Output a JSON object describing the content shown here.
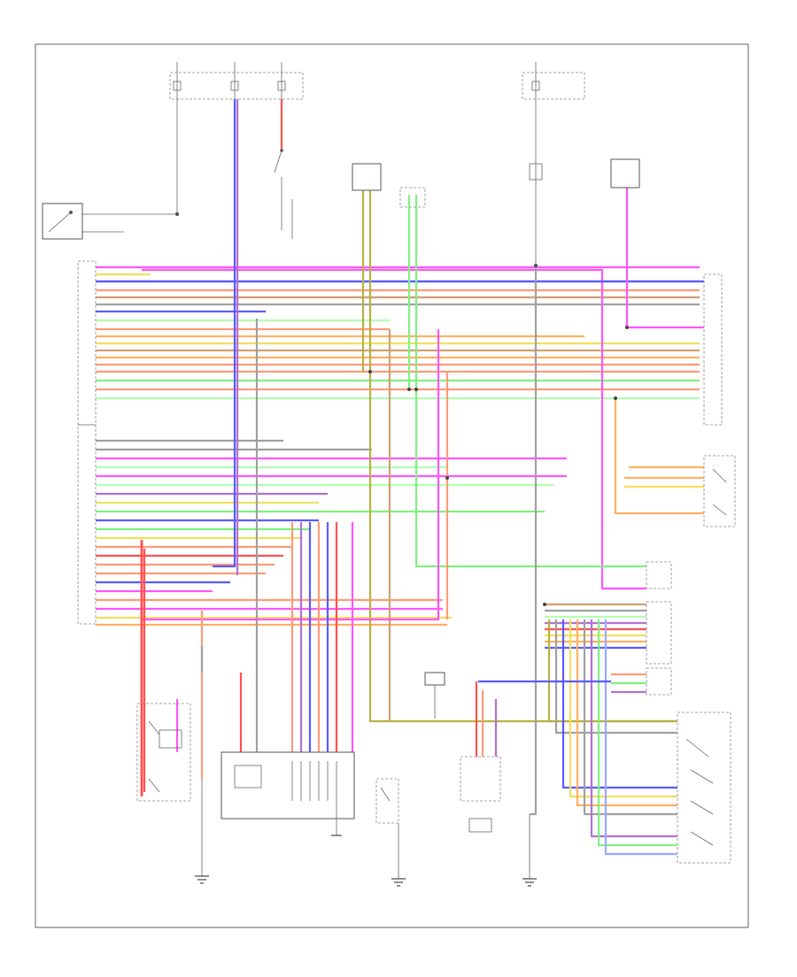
{
  "diagram": {
    "reference_code": "",
    "colors": {
      "pink": "#ff55ff",
      "magenta": "#e040e0",
      "blue": "#5a5aff",
      "lightblue": "#9aaaff",
      "red": "#ff5050",
      "salmon": "#ff9a7a",
      "orange": "#ffb060",
      "yellow": "#f0e060",
      "green": "#80f080",
      "ltgreen": "#b0ffb0",
      "olive": "#b8b040",
      "gray": "#a0a0a0",
      "purple": "#b070d0",
      "tan": "#d0a070",
      "teal": "#70d0c0"
    },
    "components": [
      {
        "id": "fuse-box-1",
        "name": "",
        "icon": "fuse-box-icon"
      },
      {
        "id": "fuse-box-2",
        "name": "",
        "icon": "fuse-box-icon"
      },
      {
        "id": "tcm",
        "name": "",
        "icon": "control-module-icon"
      },
      {
        "id": "left-sensor",
        "name": "",
        "icon": "sensor-icon"
      },
      {
        "id": "solenoid-block",
        "name": "",
        "icon": "solenoid-icon"
      },
      {
        "id": "mode-switch",
        "name": "",
        "icon": "switch-icon"
      },
      {
        "id": "range-switch",
        "name": "",
        "icon": "switch-icon"
      },
      {
        "id": "speed-sensor-1",
        "name": "",
        "icon": "sensor-icon"
      },
      {
        "id": "speed-sensor-2",
        "name": "",
        "icon": "sensor-icon"
      },
      {
        "id": "ground-1",
        "name": "",
        "icon": "ground-icon"
      },
      {
        "id": "ground-2",
        "name": "",
        "icon": "ground-icon"
      },
      {
        "id": "ground-3",
        "name": "",
        "icon": "ground-icon"
      }
    ]
  }
}
